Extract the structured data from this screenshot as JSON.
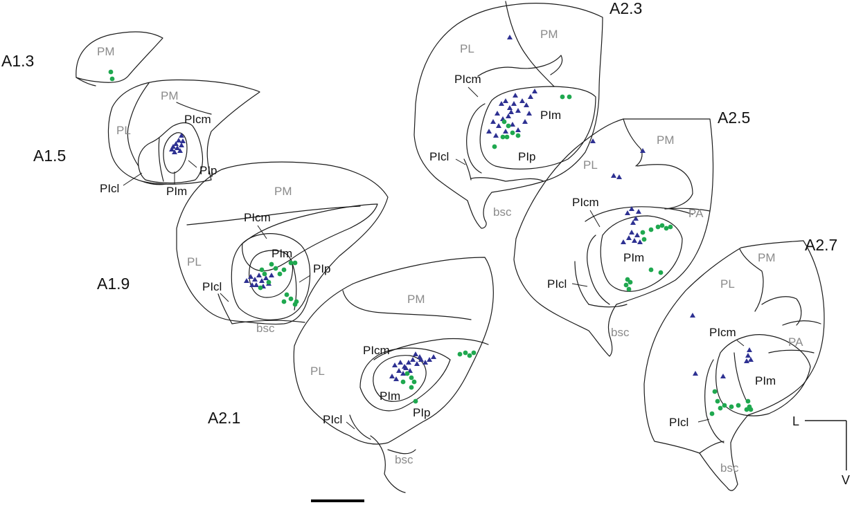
{
  "colors": {
    "outline": "#1a1a1a",
    "region_label_gray": "#8a8a8a",
    "region_label_dark": "#111111",
    "triangle_marker": "#2e3192",
    "circle_marker": "#1fa84f"
  },
  "orientation": {
    "lateral": "L",
    "ventral": "V"
  },
  "sections": {
    "a13": {
      "label": "A1.3",
      "pm": "PM"
    },
    "a15": {
      "label": "A1.5",
      "pm": "PM",
      "pl": "PL",
      "picm": "PIcm",
      "pip": "PIp",
      "pim": "PIm",
      "picl": "PIcl"
    },
    "a19": {
      "label": "A1.9",
      "pm": "PM",
      "pl": "PL",
      "picm": "PIcm",
      "pim": "PIm",
      "pip": "PIp",
      "picl": "PIcl",
      "bsc": "bsc"
    },
    "a21": {
      "label": "A2.1",
      "pm": "PM",
      "pl": "PL",
      "picm": "PIcm",
      "pim": "PIm",
      "pip": "PIp",
      "picl": "PIcl",
      "bsc": "bsc"
    },
    "a23": {
      "label": "A2.3",
      "pm": "PM",
      "pl": "PL",
      "picm": "PIcm",
      "pim": "PIm",
      "pip": "PIp",
      "picl": "PIcl",
      "bsc": "bsc"
    },
    "a25": {
      "label": "A2.5",
      "pm": "PM",
      "pl": "PL",
      "pa": "PA",
      "picm": "PIcm",
      "pim": "PIm",
      "picl": "PIcl",
      "bsc": "bsc"
    },
    "a27": {
      "label": "A2.7",
      "pm": "PM",
      "pl": "PL",
      "pa": "PA",
      "picm": "PIcm",
      "pim": "PIm",
      "picl": "PIcl",
      "bsc": "bsc"
    }
  }
}
